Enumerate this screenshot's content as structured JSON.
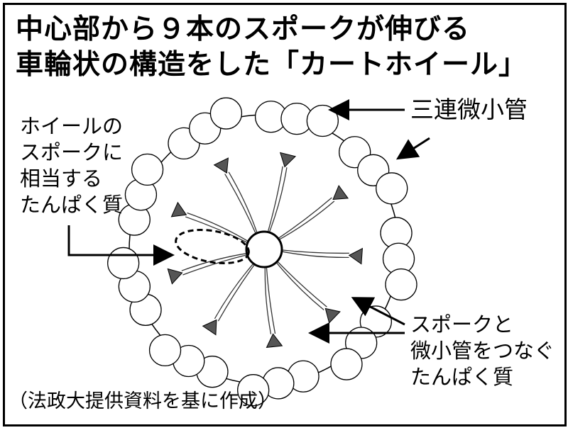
{
  "title": {
    "line1": "中心部から９本のスポークが伸びる",
    "line2": "車輪状の構造をした「カートホイール」"
  },
  "labels": {
    "triplet": "三連微小管",
    "spoke_protein": [
      "ホイールの",
      "スポークに",
      "相当する",
      "たんぱく質"
    ],
    "linker_protein": [
      "スポークと",
      "微小管をつなぐ",
      "たんぱく質"
    ],
    "source": "（法政大提供資料を基に作成）"
  },
  "diagram": {
    "spoke_count": 9,
    "microtubules_per_triplet": 3
  }
}
